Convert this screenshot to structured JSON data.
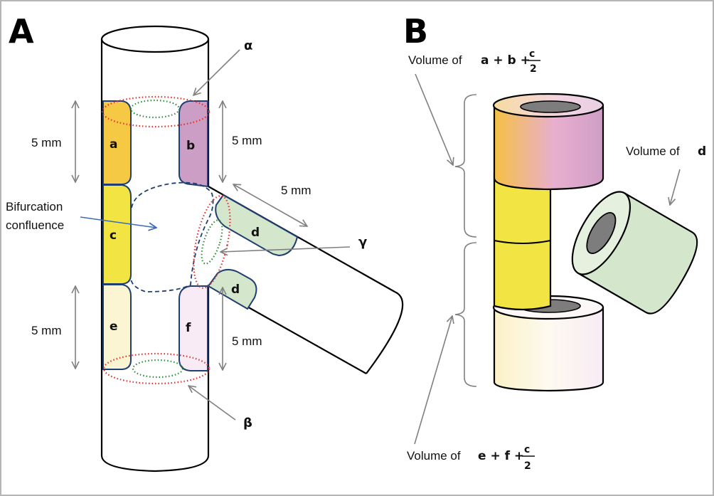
{
  "panels": {
    "A": {
      "label": "A"
    },
    "B": {
      "label": "B"
    }
  },
  "panelA": {
    "segments": {
      "a": {
        "label": "a",
        "color": "#f6c944"
      },
      "b": {
        "label": "b",
        "color": "#cc9ec6"
      },
      "c": {
        "label": "c",
        "color": "#f2e443"
      },
      "d_upper": {
        "label": "d",
        "color": "#d4e6cc"
      },
      "d_lower": {
        "label": "d",
        "color": "#d4e6cc"
      },
      "e": {
        "label": "e",
        "color": "#fbf5d3"
      },
      "f": {
        "label": "f",
        "color": "#f8ebf5"
      }
    },
    "dimensions": {
      "left_top": "5 mm",
      "right_top": "5 mm",
      "side_branch": "5 mm",
      "left_bottom": "5 mm",
      "right_bottom": "5 mm"
    },
    "annotations": {
      "bifurcation_line1": "Bifurcation",
      "bifurcation_line2": "confluence",
      "alpha": "α",
      "beta": "β",
      "gamma": "γ"
    },
    "colors": {
      "outer_ring": "#e0302a",
      "inner_ring": "#2e8b3a",
      "confluence_outline": "#1f3f73",
      "arrow": "#808080",
      "pointer_blue": "#3b6db3"
    }
  },
  "panelB": {
    "labels": {
      "proximal_prefix": "Volume of",
      "proximal_terms": "a + b +",
      "distal_prefix": "Volume of",
      "distal_terms": "e + f +",
      "side_prefix": "Volume of",
      "side_term": "d",
      "frac_num": "c",
      "frac_den": "2"
    },
    "colors": {
      "proximal_gradient_start": "#f5c043",
      "proximal_gradient_mid": "#e9afcf",
      "proximal_gradient_end": "#cf9ec6",
      "middle": "#f2e443",
      "distal_gradient_start": "#fbf3cc",
      "distal_gradient_end": "#f8ebf5",
      "side": "#d4e6cc",
      "lumen": "#7d7d7d"
    }
  }
}
